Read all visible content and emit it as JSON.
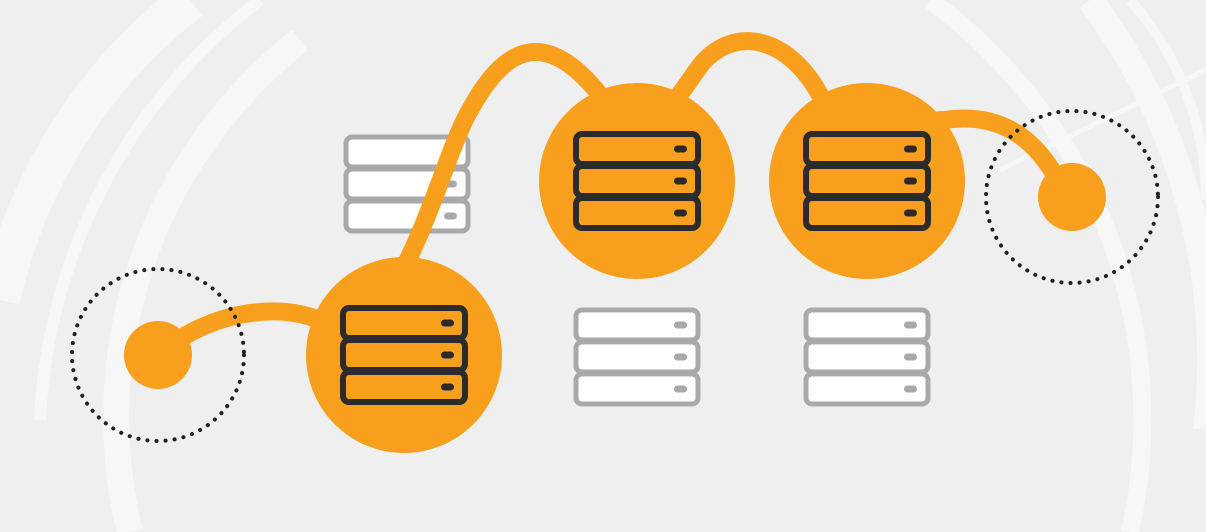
{
  "colors": {
    "background": "#efefef",
    "decor_arc": "#f7f7f7",
    "route": "#f8a01d",
    "active_node": "#f8a01d",
    "active_server_fill": "#f8a01d",
    "active_server_stroke": "#2b2b2b",
    "inactive_server_stroke": "#a9a9a9",
    "inactive_server_fill": "#ffffff",
    "endpoint_ring": "#1f1f1f"
  },
  "icons": {
    "endpoint": "dotted-ring-endpoint-icon",
    "server": "server-stack-icon"
  },
  "diagram": {
    "endpoints": [
      {
        "id": "source",
        "role": "start"
      },
      {
        "id": "destination",
        "role": "end"
      }
    ],
    "active_hops": 3,
    "inactive_servers": 3,
    "server_units_per_stack": 3
  }
}
